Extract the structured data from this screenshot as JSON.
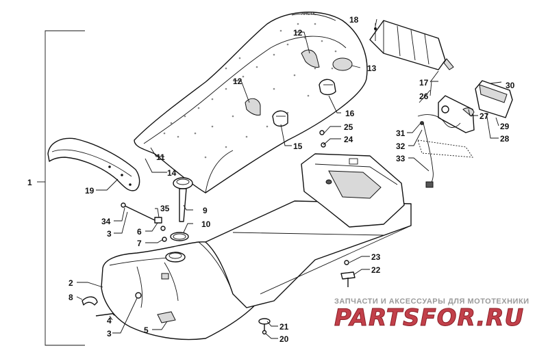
{
  "callouts": [
    {
      "id": "1",
      "text": "1"
    },
    {
      "id": "2",
      "text": "2"
    },
    {
      "id": "3a",
      "text": "3"
    },
    {
      "id": "3b",
      "text": "3"
    },
    {
      "id": "4",
      "text": "4"
    },
    {
      "id": "5",
      "text": "5"
    },
    {
      "id": "6",
      "text": "6"
    },
    {
      "id": "7",
      "text": "7"
    },
    {
      "id": "8",
      "text": "8"
    },
    {
      "id": "9",
      "text": "9"
    },
    {
      "id": "10",
      "text": "10"
    },
    {
      "id": "11",
      "text": "11"
    },
    {
      "id": "12a",
      "text": "12"
    },
    {
      "id": "12b",
      "text": "12"
    },
    {
      "id": "13",
      "text": "13"
    },
    {
      "id": "14",
      "text": "14"
    },
    {
      "id": "15",
      "text": "15"
    },
    {
      "id": "16",
      "text": "16"
    },
    {
      "id": "17",
      "text": "17"
    },
    {
      "id": "18",
      "text": "18"
    },
    {
      "id": "19",
      "text": "19"
    },
    {
      "id": "20",
      "text": "20"
    },
    {
      "id": "21",
      "text": "21"
    },
    {
      "id": "22",
      "text": "22"
    },
    {
      "id": "23",
      "text": "23"
    },
    {
      "id": "24",
      "text": "24"
    },
    {
      "id": "25",
      "text": "25"
    },
    {
      "id": "26",
      "text": "26"
    },
    {
      "id": "27",
      "text": "27"
    },
    {
      "id": "28",
      "text": "28"
    },
    {
      "id": "29",
      "text": "29"
    },
    {
      "id": "30",
      "text": "30"
    },
    {
      "id": "31",
      "text": "31"
    },
    {
      "id": "32",
      "text": "32"
    },
    {
      "id": "33",
      "text": "33"
    },
    {
      "id": "34",
      "text": "34"
    },
    {
      "id": "35",
      "text": "35"
    }
  ],
  "watermark": {
    "tagline": "ЗАПЧАСТИ И АКСЕССУАРЫ ДЛЯ МОТОТЕХНИКИ",
    "brand": "PARTSFOR.RU",
    "colors": {
      "brand": "#c2404a",
      "tagline": "#9a9a9a"
    }
  }
}
